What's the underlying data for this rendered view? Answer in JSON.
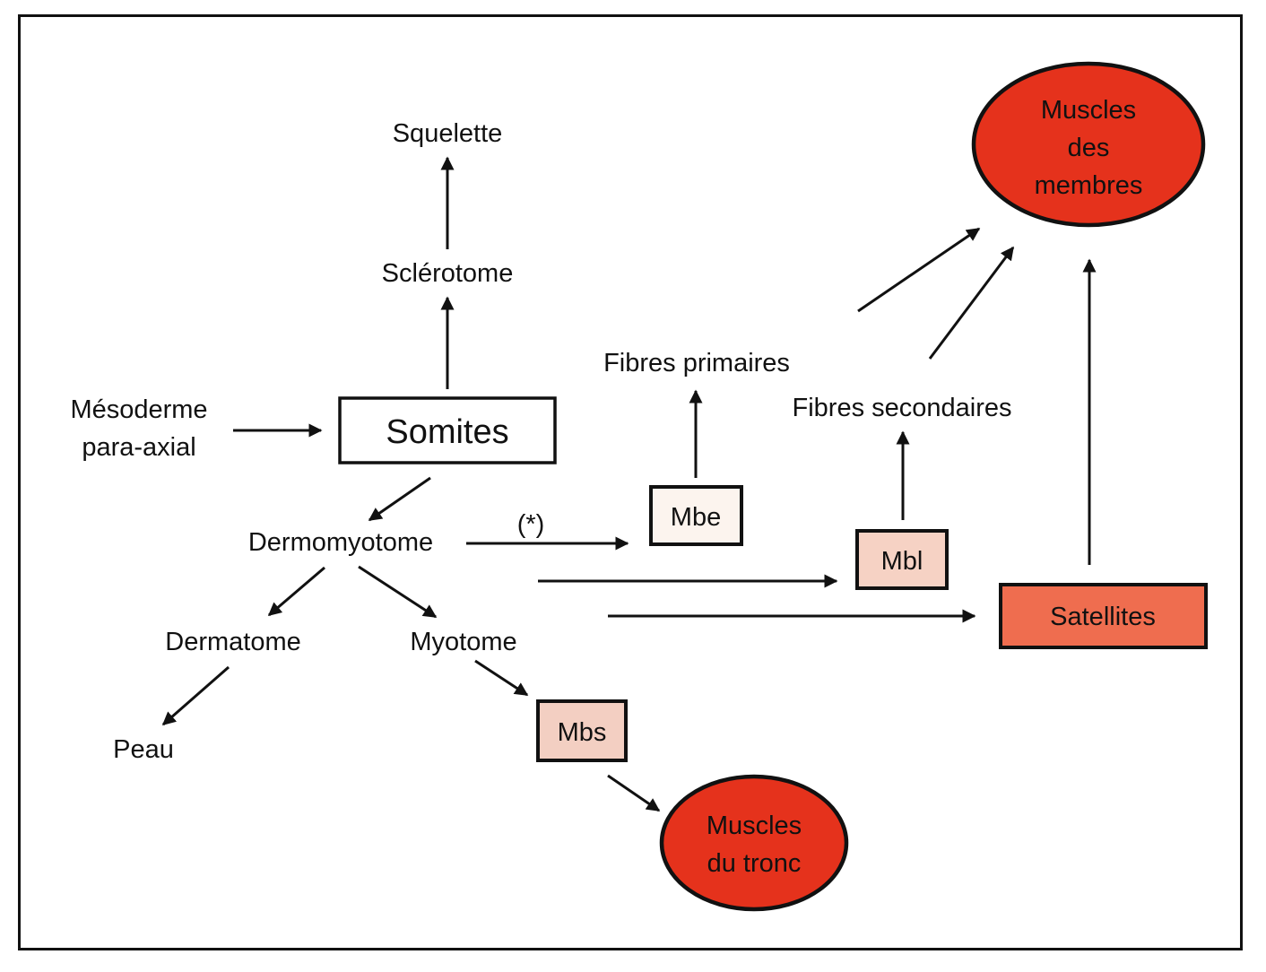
{
  "colors": {
    "muscle_fill": "#e5321c",
    "satellite_fill": "#ef6d4f",
    "mbl_fill": "#f6d2c4",
    "mbs_fill": "#f3cfc2",
    "mbe_fill": "#fcf4ee",
    "somites_fill": "#ffffff",
    "stroke": "#111111"
  },
  "nodes": {
    "squelette": "Squelette",
    "sclerotome": "Sclérotome",
    "mesoderme_line1": "Mésoderme",
    "mesoderme_line2": "para-axial",
    "somites": "Somites",
    "dermomyotome": "Dermomyotome",
    "asterisk_note": "(*)",
    "dermatome": "Dermatome",
    "myotome": "Myotome",
    "peau": "Peau",
    "mbs": "Mbs",
    "mbe": "Mbe",
    "mbl": "Mbl",
    "satellites": "Satellites",
    "fibres_primaires": "Fibres primaires",
    "fibres_secondaires": "Fibres secondaires",
    "muscles_tronc_line1": "Muscles",
    "muscles_tronc_line2": "du tronc",
    "muscles_membres_line1": "Muscles",
    "muscles_membres_line2": "des",
    "muscles_membres_line3": "membres"
  },
  "edges": [
    {
      "from": "Mésoderme para-axial",
      "to": "Somites"
    },
    {
      "from": "Somites",
      "to": "Sclérotome"
    },
    {
      "from": "Sclérotome",
      "to": "Squelette"
    },
    {
      "from": "Somites",
      "to": "Dermomyotome"
    },
    {
      "from": "Dermomyotome",
      "to": "Dermatome"
    },
    {
      "from": "Dermomyotome",
      "to": "Myotome"
    },
    {
      "from": "Dermatome",
      "to": "Peau"
    },
    {
      "from": "Myotome",
      "to": "Mbs"
    },
    {
      "from": "Mbs",
      "to": "Muscles du tronc"
    },
    {
      "from": "Dermomyotome",
      "to": "Mbe",
      "label": "(*)"
    },
    {
      "from": "Dermomyotome",
      "to": "Mbl"
    },
    {
      "from": "Dermomyotome",
      "to": "Satellites"
    },
    {
      "from": "Mbe",
      "to": "Fibres primaires"
    },
    {
      "from": "Mbl",
      "to": "Fibres secondaires"
    },
    {
      "from": "Fibres primaires",
      "to": "Muscles des membres"
    },
    {
      "from": "Fibres secondaires",
      "to": "Muscles des membres"
    },
    {
      "from": "Satellites",
      "to": "Muscles des membres"
    }
  ]
}
